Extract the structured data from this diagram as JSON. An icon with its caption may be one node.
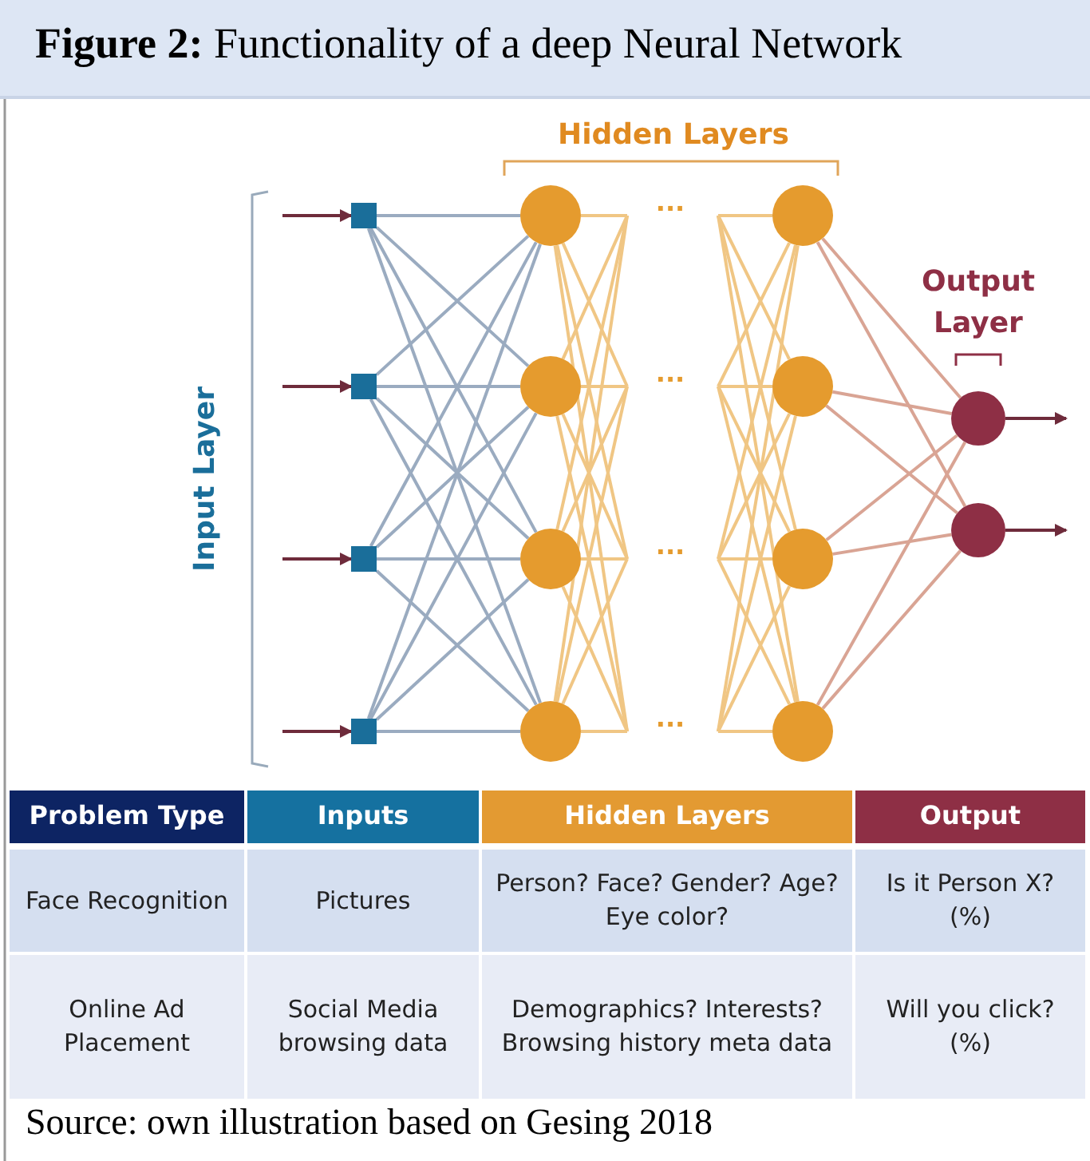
{
  "diagram": {
    "title": "**Figure 2:** Functionality of a deep Neural Network",
    "caption": "Source: own illustration based on Gesing 2018",
    "nodes": [
      {
        "text": [],
        "shape": "box"
      },
      {
        "text": [],
        "shape": "box"
      },
      {
        "text": [],
        "shape": "box"
      },
      {
        "text": [],
        "shape": "box"
      },
      {
        "text": [],
        "shape": "circle"
      },
      {
        "text": [],
        "shape": "circle"
      },
      {
        "text": [],
        "shape": "circle"
      },
      {
        "text": [],
        "shape": "circle"
      },
      {
        "text": [],
        "shape": "circle"
      },
      {
        "text": [],
        "shape": "circle"
      },
      {
        "text": [],
        "shape": "circle"
      },
      {
        "text": [],
        "shape": "circle"
      },
      {
        "text": [],
        "shape": "circle"
      },
      {
        "text": [],
        "shape": "circle"
      }
    ],
    "edges": [
      {
        "from": null,
        "to": 0,
        "arrow": "to",
        "color": "#6e2b3b"
      },
      {
        "from": null,
        "to": 1,
        "arrow": "to",
        "color": "#6e2b3b"
      },
      {
        "from": null,
        "to": 2,
        "arrow": "to",
        "color": "#6e2b3b"
      },
      {
        "from": null,
        "to": 3,
        "arrow": "to",
        "color": "#6e2b3b"
      },
      {
        "from": 0,
        "to": 4,
        "arrow": "none",
        "color": "#9aabc0"
      },
      {
        "from": 0,
        "to": 5,
        "arrow": "none",
        "color": "#9aabc0"
      },
      {
        "from": 0,
        "to": 6,
        "arrow": "none",
        "color": "#9aabc0"
      },
      {
        "from": 0,
        "to": 7,
        "arrow": "none",
        "color": "#9aabc0"
      },
      {
        "from": 1,
        "to": 4,
        "arrow": "none",
        "color": "#9aabc0"
      },
      {
        "from": 1,
        "to": 5,
        "arrow": "none",
        "color": "#9aabc0"
      },
      {
        "from": 1,
        "to": 6,
        "arrow": "none",
        "color": "#9aabc0"
      },
      {
        "from": 1,
        "to": 7,
        "arrow": "none",
        "color": "#9aabc0"
      },
      {
        "from": 2,
        "to": 4,
        "arrow": "none",
        "color": "#9aabc0"
      },
      {
        "from": 2,
        "to": 5,
        "arrow": "none",
        "color": "#9aabc0"
      },
      {
        "from": 2,
        "to": 6,
        "arrow": "none",
        "color": "#9aabc0"
      },
      {
        "from": 2,
        "to": 7,
        "arrow": "none",
        "color": "#9aabc0"
      },
      {
        "from": 3,
        "to": 4,
        "arrow": "none",
        "color": "#9aabc0"
      },
      {
        "from": 3,
        "to": 5,
        "arrow": "none",
        "color": "#9aabc0"
      },
      {
        "from": 3,
        "to": 6,
        "arrow": "none",
        "color": "#9aabc0"
      },
      {
        "from": 3,
        "to": 7,
        "arrow": "none",
        "color": "#9aabc0"
      },
      {
        "from": 4,
        "to": null,
        "arrow": "none"
      },
      {
        "from": 4,
        "to": null,
        "arrow": "none"
      },
      {
        "from": 4,
        "to": null,
        "arrow": "none"
      },
      {
        "from": 4,
        "to": null,
        "arrow": "none"
      },
      {
        "from": 5,
        "to": null,
        "arrow": "none"
      },
      {
        "from": 5,
        "to": null,
        "arrow": "none"
      },
      {
        "from": 5,
        "to": null,
        "arrow": "none"
      },
      {
        "from": 5,
        "to": null,
        "arrow": "none"
      },
      {
        "from": 6,
        "to": null,
        "arrow": "none"
      },
      {
        "from": 6,
        "to": null,
        "arrow": "none"
      },
      {
        "from": 6,
        "to": null,
        "arrow": "none"
      },
      {
        "from": 6,
        "to": null,
        "arrow": "none"
      },
      {
        "from": 7,
        "to": null,
        "arrow": "none"
      },
      {
        "from": 7,
        "to": null,
        "arrow": "none"
      },
      {
        "from": 7,
        "to": null,
        "arrow": "none"
      },
      {
        "from": 7,
        "to": null,
        "arrow": "none"
      },
      {
        "from": null,
        "to": 8,
        "arrow": "none"
      },
      {
        "from": null,
        "to": 9,
        "arrow": "none"
      },
      {
        "from": null,
        "to": 10,
        "arrow": "none"
      },
      {
        "from": null,
        "to": 11,
        "arrow": "none"
      },
      {
        "from": null,
        "to": 8,
        "arrow": "none"
      },
      {
        "from": null,
        "to": 9,
        "arrow": "none"
      },
      {
        "from": null,
        "to": 10,
        "arrow": "none"
      },
      {
        "from": null,
        "to": 11,
        "arrow": "none"
      },
      {
        "from": null,
        "to": 8,
        "arrow": "none"
      },
      {
        "from": null,
        "to": 9,
        "arrow": "none"
      },
      {
        "from": null,
        "to": 10,
        "arrow": "none"
      },
      {
        "from": null,
        "to": 11,
        "arrow": "none"
      },
      {
        "from": null,
        "to": 8,
        "arrow": "none"
      },
      {
        "from": null,
        "to": 9,
        "arrow": "none"
      },
      {
        "from": null,
        "to": 10,
        "arrow": "none"
      },
      {
        "from": null,
        "to": 11,
        "arrow": "none"
      },
      {
        "from": 8,
        "to": 12,
        "arrow": "none",
        "color": "#d9a494"
      },
      {
        "from": 8,
        "to": 13,
        "arrow": "none",
        "color": "#d9a494"
      },
      {
        "from": 9,
        "to": 12,
        "arrow": "none",
        "color": "#d9a494"
      },
      {
        "from": 9,
        "to": 13,
        "arrow": "none",
        "color": "#d9a494"
      },
      {
        "from": 10,
        "to": 12,
        "arrow": "none",
        "color": "#d9a494"
      },
      {
        "from": 10,
        "to": 13,
        "arrow": "none",
        "color": "#d9a494"
      },
      {
        "from": 11,
        "to": 12,
        "arrow": "none",
        "color": "#d9a494"
      },
      {
        "from": 11,
        "to": 13,
        "arrow": "none",
        "color": "#d9a494"
      },
      {
        "from": 12,
        "to": null,
        "arrow": "to",
        "color": "#6e2b3b"
      },
      {
        "from": 13,
        "to": null,
        "arrow": "to",
        "color": "#6e2b3b"
      }
    ],
    "labels": [
      "Hidden Layers",
      "Output Layer",
      "Input Layer",
      "...",
      "...",
      "...",
      "...",
      "Problem Type",
      "Inputs",
      "Hidden Layers",
      "Output",
      "Face Recognition",
      "Pictures",
      "Person? Face? Gender? Age? Eye color?",
      "Is it Person X? (%)",
      "Online Ad Placement",
      "Social Media browsing data",
      "Demographics? Interests? Browsing history meta data",
      "Will you click? (%)"
    ]
  }
}
